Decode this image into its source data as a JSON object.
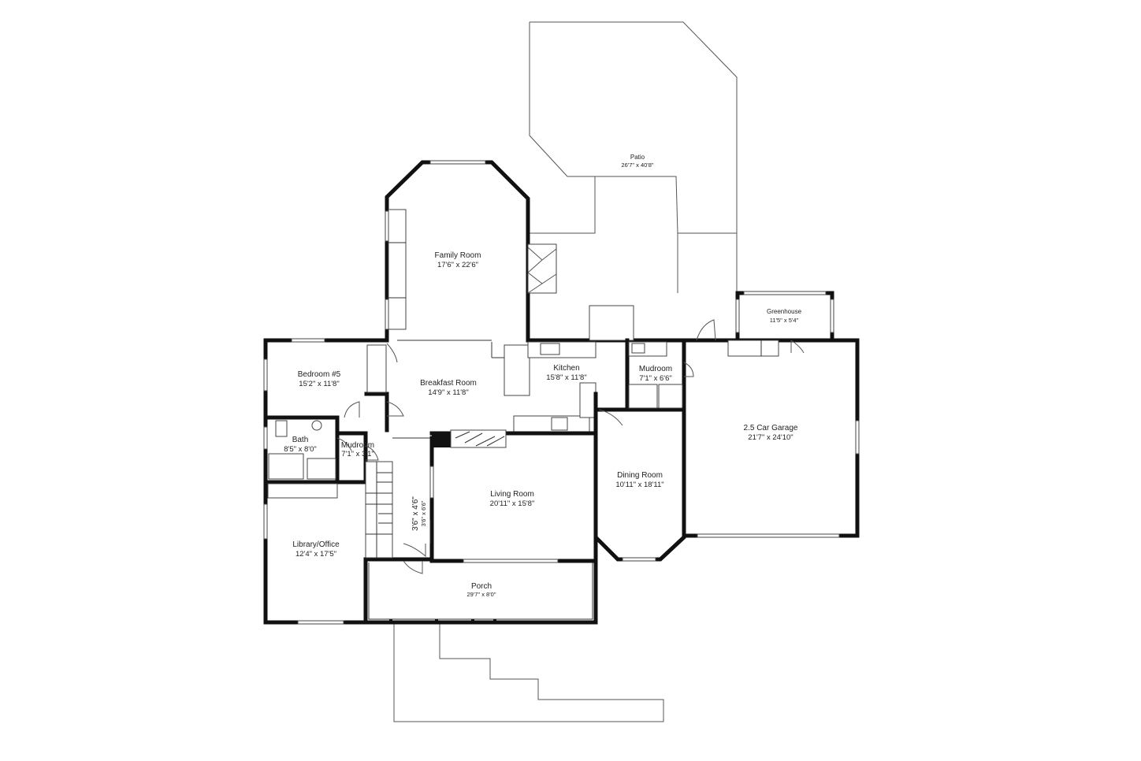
{
  "rooms": {
    "patio": {
      "name": "Patio",
      "dims": "26'7\" x 40'8\""
    },
    "family_room": {
      "name": "Family Room",
      "dims": "17'6\" x 22'6\""
    },
    "greenhouse": {
      "name": "Greenhouse",
      "dims": "11'5\" x 5'4\""
    },
    "bedroom5": {
      "name": "Bedroom #5",
      "dims": "15'2\" x 11'8\""
    },
    "breakfast_room": {
      "name": "Breakfast Room",
      "dims": "14'9\" x 11'8\""
    },
    "kitchen": {
      "name": "Kitchen",
      "dims": "15'8\" x 11'8\""
    },
    "mudroom_east": {
      "name": "Mudroom",
      "dims": "7'1\" x 6'6\""
    },
    "garage": {
      "name": "2.5 Car Garage",
      "dims": "21'7\" x 24'10\""
    },
    "bath": {
      "name": "Bath",
      "dims": "8'5\" x 8'0\""
    },
    "mudroom_west": {
      "name": "Mudroom",
      "dims": "7'1\" x 3'1\""
    },
    "hall": {
      "name": "3'6\" x 4'6\"",
      "dims": "3'6\" x 6'6\""
    },
    "living_room": {
      "name": "Living Room",
      "dims": "20'11\" x 15'8\""
    },
    "dining_room": {
      "name": "Dining Room",
      "dims": "10'11\" x 18'11\""
    },
    "library": {
      "name": "Library/Office",
      "dims": "12'4\" x 17'5\""
    },
    "porch": {
      "name": "Porch",
      "dims": "29'7\" x 8'0\""
    }
  }
}
